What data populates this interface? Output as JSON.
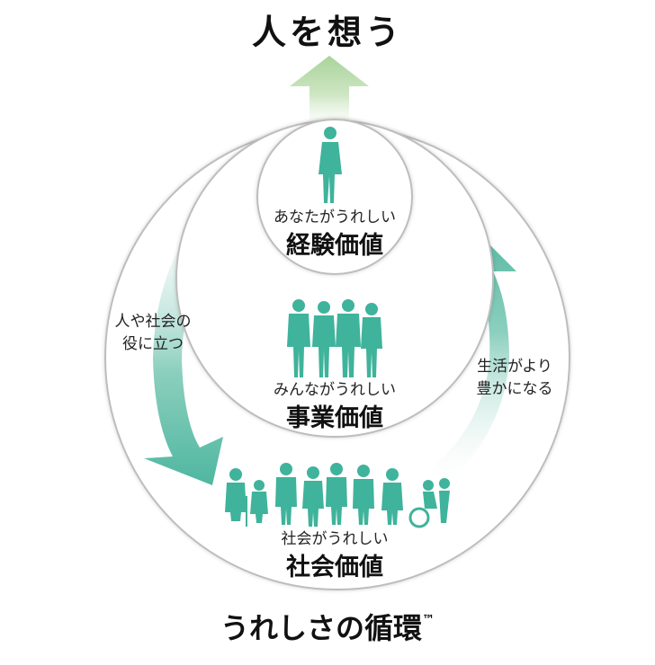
{
  "title": "人を想う",
  "footer": {
    "text": "うれしさの循環",
    "mark": "™"
  },
  "levels": {
    "experience": {
      "sub": "あなたがうれしい",
      "main": "経験価値"
    },
    "business": {
      "sub": "みんながうれしい",
      "main": "事業価値"
    },
    "social": {
      "sub": "社会がうれしい",
      "main": "社会価値"
    }
  },
  "arrows": {
    "left": {
      "line1": "人や社会の",
      "line2": "役に立つ"
    },
    "right": {
      "line1": "生活がより",
      "line2": "豊かになる"
    }
  },
  "colors": {
    "teal": "#3fb39b",
    "teal_light": "#8fd4c3",
    "green_arrow": "#b9dcae",
    "ring": "#bdbdbd"
  }
}
